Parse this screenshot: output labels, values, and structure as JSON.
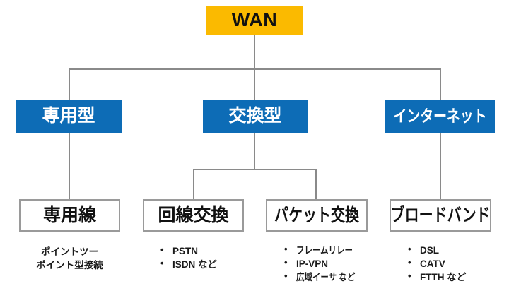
{
  "diagram": {
    "title": "WAN",
    "root": {
      "label": "WAN",
      "color": "#FBBA00",
      "text_color": "#111111"
    },
    "categories": [
      {
        "label": "専用型",
        "color": "#0D6CB6",
        "text_color": "#FFFFFF"
      },
      {
        "label": "交換型",
        "color": "#0D6CB6",
        "text_color": "#FFFFFF"
      },
      {
        "label": "インターネット",
        "color": "#0D6CB6",
        "text_color": "#FFFFFF"
      }
    ],
    "leaves": [
      {
        "label": "専用線",
        "parent": "専用型"
      },
      {
        "label": "回線交換",
        "parent": "交換型"
      },
      {
        "label": "パケット交換",
        "parent": "交換型"
      },
      {
        "label": "ブロードバンド",
        "parent": "インターネット"
      }
    ],
    "captions": [
      {
        "style": "centered",
        "lines": [
          "ポイントツー",
          "ポイント型接続"
        ]
      },
      {
        "style": "bullets",
        "items": [
          "PSTN",
          "ISDN など"
        ]
      },
      {
        "style": "bullets",
        "items": [
          "フレームリレー",
          "IP-VPN",
          "広域イーサ など"
        ]
      },
      {
        "style": "bullets",
        "items": [
          "DSL",
          "CATV",
          "FTTH など"
        ]
      }
    ],
    "line_color": "#8A8A8A"
  }
}
